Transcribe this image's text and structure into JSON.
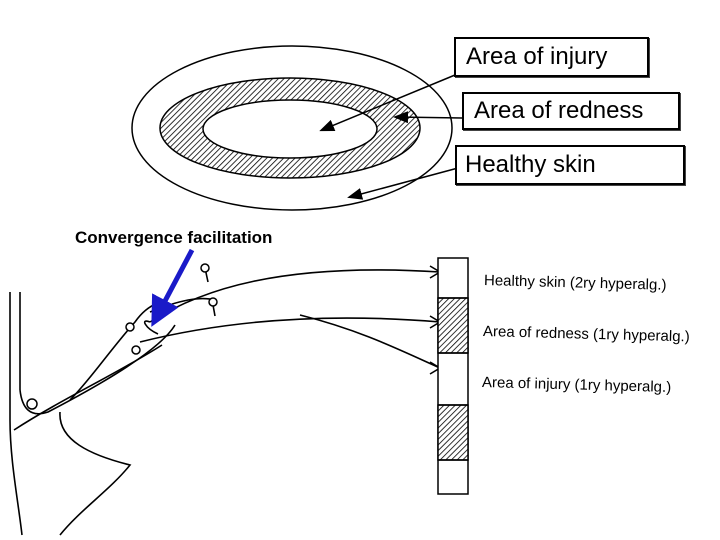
{
  "top_labels": {
    "injury": "Area of injury",
    "redness": "Area of redness",
    "healthy": "Healthy skin"
  },
  "convergence_label": "Convergence facilitation",
  "strip_labels": {
    "healthy": "Healthy skin (2ry hyperalg.)",
    "redness": "Area of redness (1ry hyperalg.)",
    "injury": "Area of injury (1ry hyperalg.)"
  },
  "colors": {
    "ink": "#000000",
    "arrow_blue": "#1a1ac8",
    "background": "#ffffff"
  }
}
